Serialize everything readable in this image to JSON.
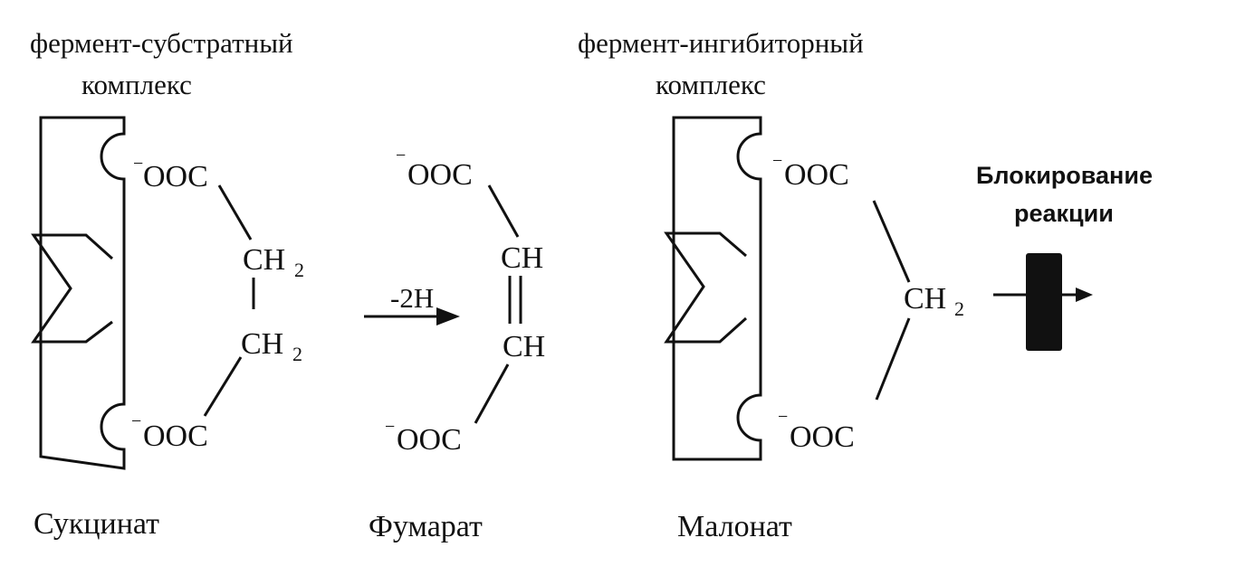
{
  "labels": {
    "substrate_complex_line1": "фермент-субстратный",
    "substrate_complex_line2": "комплекс",
    "inhibitor_complex_line1": "фермент-ингибиторный",
    "inhibitor_complex_line2": "комплекс",
    "blocking_line1": "Блокирование",
    "blocking_line2": "реакции",
    "reaction_arrow": "-2H"
  },
  "molecules": {
    "succinate": {
      "name": "Сукцинат",
      "carboxyl": "OOC",
      "charge": "−",
      "group": "CH",
      "subscript": "2"
    },
    "fumarate": {
      "name": "Фумарат",
      "carboxyl": "OOC",
      "charge": "−",
      "group": "CH"
    },
    "malonate": {
      "name": "Малонат",
      "carboxyl": "OOC",
      "charge": "−",
      "group": "CH",
      "subscript": "2"
    }
  }
}
